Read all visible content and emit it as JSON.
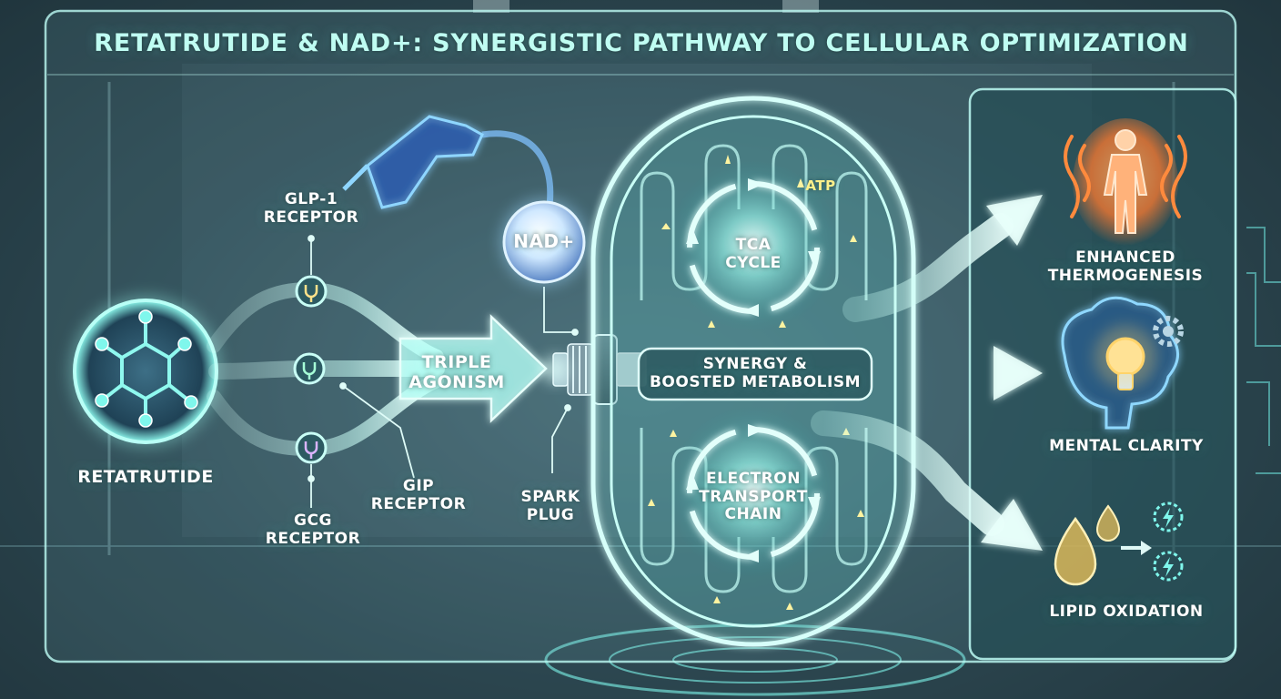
{
  "title": "RETATRUTIDE & NAD+: SYNERGISTIC PATHWAY TO CELLULAR OPTIMIZATION",
  "molecule": {
    "label": "RETATRUTIDE"
  },
  "receptors": {
    "glp1": {
      "line1": "GLP-1",
      "line2": "RECEPTOR"
    },
    "gip": {
      "line1": "GIP",
      "line2": "RECEPTOR"
    },
    "gcg": {
      "line1": "GCG",
      "line2": "RECEPTOR"
    }
  },
  "agonism": {
    "line1": "TRIPLE",
    "line2": "AGONISM"
  },
  "nad": {
    "label": "NAD+"
  },
  "spark_plug": {
    "line1": "SPARK",
    "line2": "PLUG"
  },
  "mitochondrion": {
    "atp": "ATP",
    "tca": {
      "line1": "TCA",
      "line2": "CYCLE"
    },
    "synergy": {
      "line1": "SYNERGY &",
      "line2": "BOOSTED METABOLISM"
    },
    "etc": {
      "line1": "ELECTRON",
      "line2": "TRANSPORT",
      "line3": "CHAIN"
    }
  },
  "outcomes": {
    "thermo": {
      "line1": "ENHANCED",
      "line2": "THERMOGENESIS"
    },
    "mental": {
      "label": "MENTAL CLARITY"
    },
    "lipid": {
      "label": "LIPID OXIDATION"
    }
  },
  "colors": {
    "accent": "#7ff7ec",
    "title_text": "#bffdf2",
    "thermo_glow": "#ff8a3d",
    "bulb": "#ffd36a",
    "lipid_drop": "#f2c65a"
  }
}
